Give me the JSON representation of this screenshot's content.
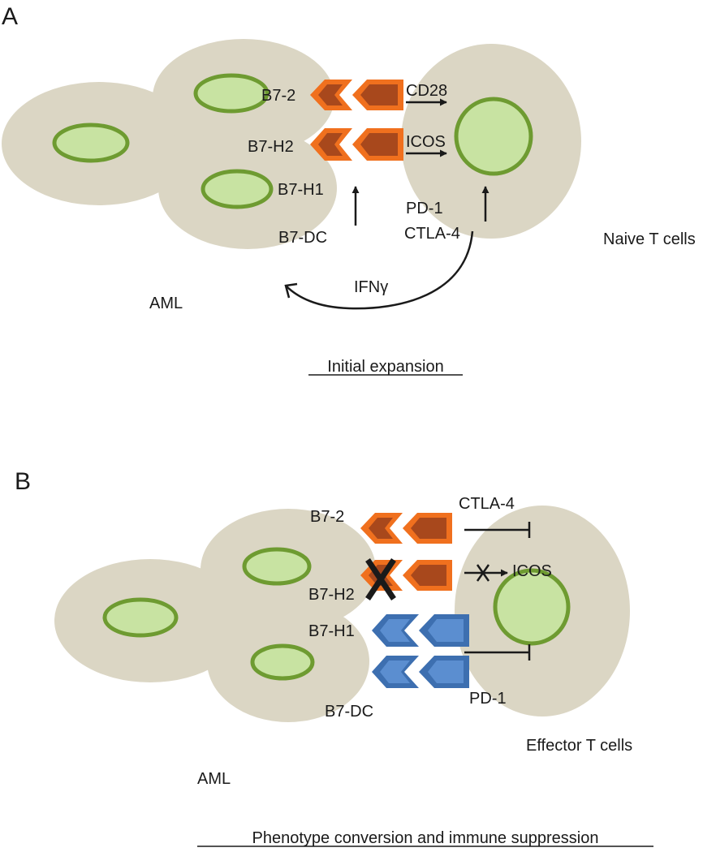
{
  "colors": {
    "cell": "#dbd6c4",
    "nucleus_fill": "#c8e3a2",
    "nucleus_stroke": "#6e9b31",
    "orange_outer": "#f0701e",
    "orange_inner": "#a8481c",
    "blue_outer": "#3d6fb0",
    "blue_inner": "#5b8ed0",
    "line": "#1a1a1a"
  },
  "panel_a": {
    "letter": "A",
    "ligands": {
      "b7_2": "B7-2",
      "b7_h2": "B7-H2",
      "b7_h1": "B7-H1",
      "b7_dc": "B7-DC"
    },
    "receptors": {
      "cd28": "CD28",
      "icos": "ICOS",
      "pd1": "PD-1",
      "ctla4": "CTLA-4"
    },
    "cytokine": "IFNγ",
    "aml_label": "AML",
    "tcell_label": "Naive T cells",
    "caption": "Initial expansion"
  },
  "panel_b": {
    "letter": "B",
    "ligands": {
      "b7_2": "B7-2",
      "b7_h2": "B7-H2",
      "b7_h1": "B7-H1",
      "b7_dc": "B7-DC"
    },
    "receptors": {
      "ctla4": "CTLA-4",
      "icos": "ICOS",
      "pd1": "PD-1"
    },
    "aml_label": "AML",
    "tcell_label": "Effector  T cells",
    "caption": "Phenotype conversion and immune suppression"
  }
}
